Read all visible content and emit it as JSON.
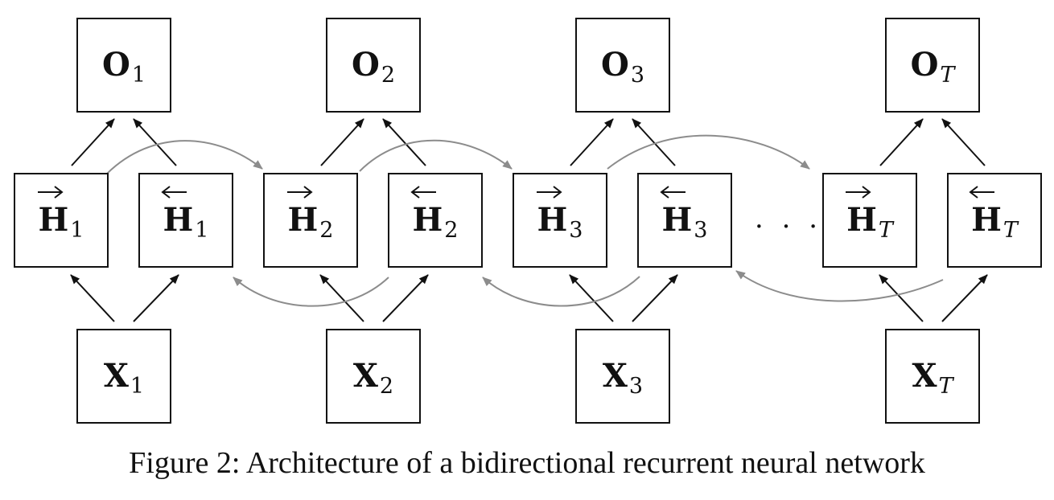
{
  "caption": "Figure 2: Architecture of a bidirectional recurrent neural network",
  "ellipsis": "· · ·",
  "columns": [
    {
      "o": {
        "base": "O",
        "sub": "1"
      },
      "hf": {
        "base": "H",
        "sub": "1"
      },
      "hb": {
        "base": "H",
        "sub": "1"
      },
      "x": {
        "base": "X",
        "sub": "1"
      }
    },
    {
      "o": {
        "base": "O",
        "sub": "2"
      },
      "hf": {
        "base": "H",
        "sub": "2"
      },
      "hb": {
        "base": "H",
        "sub": "2"
      },
      "x": {
        "base": "X",
        "sub": "2"
      }
    },
    {
      "o": {
        "base": "O",
        "sub": "3"
      },
      "hf": {
        "base": "H",
        "sub": "3"
      },
      "hb": {
        "base": "H",
        "sub": "3"
      },
      "x": {
        "base": "X",
        "sub": "3"
      }
    },
    {
      "o": {
        "base": "O",
        "sub": "T"
      },
      "hf": {
        "base": "H",
        "sub": "T"
      },
      "hb": {
        "base": "H",
        "sub": "T"
      },
      "x": {
        "base": "X",
        "sub": "T"
      }
    }
  ],
  "colors": {
    "stroke": "#111111",
    "recurrent": "#8c8c8c"
  }
}
